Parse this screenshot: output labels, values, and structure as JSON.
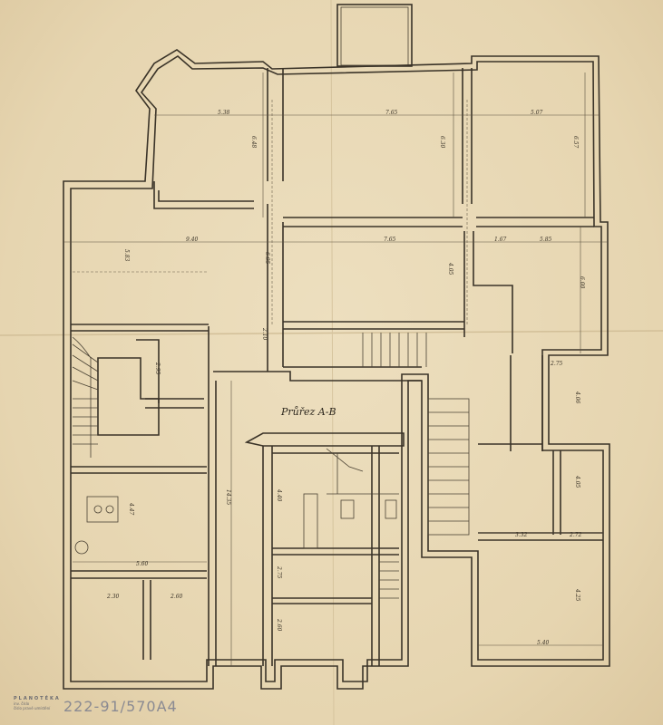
{
  "drawing": {
    "section_label": "Průřez A-B",
    "dimensions": {
      "top_left_width": "5.38",
      "top_mid_width": "7.65",
      "top_right_width": "5.07",
      "top_left_depth": "6.48",
      "top_mid_depth": "6.30",
      "top_right_depth": "6.57",
      "mid_left_width": "9.40",
      "mid_mid_width": "7.65",
      "mid_right_a": "1.67",
      "mid_right_b": "5.85",
      "mid_left_depth": "5.83",
      "mid_col_depth": "6.05",
      "mid_mid_depth": "4.05",
      "mid_right_depth": "6.00",
      "hall_depth": "2.10",
      "stair_room": "2.95",
      "corridor": "2.75",
      "small_room": "4.06",
      "kitchen_depth": "4.47",
      "kitchen_width": "5.60",
      "bath_a": "2.30",
      "bath_b": "2.60",
      "overall_depth": "14.35",
      "section_a": "4.40",
      "section_b": "2.75",
      "section_c": "2.60",
      "right_lower_a": "4.05",
      "right_lower_b": "3.32",
      "right_lower_c": "2.72",
      "right_lower_depth": "4.25",
      "right_lower_width": "5.40"
    }
  },
  "stamp": {
    "title": "PLANOTÉKA",
    "line2": "inv. číslo",
    "line3": "číslo pravé umístění",
    "handwritten": "222-91/570A4"
  }
}
